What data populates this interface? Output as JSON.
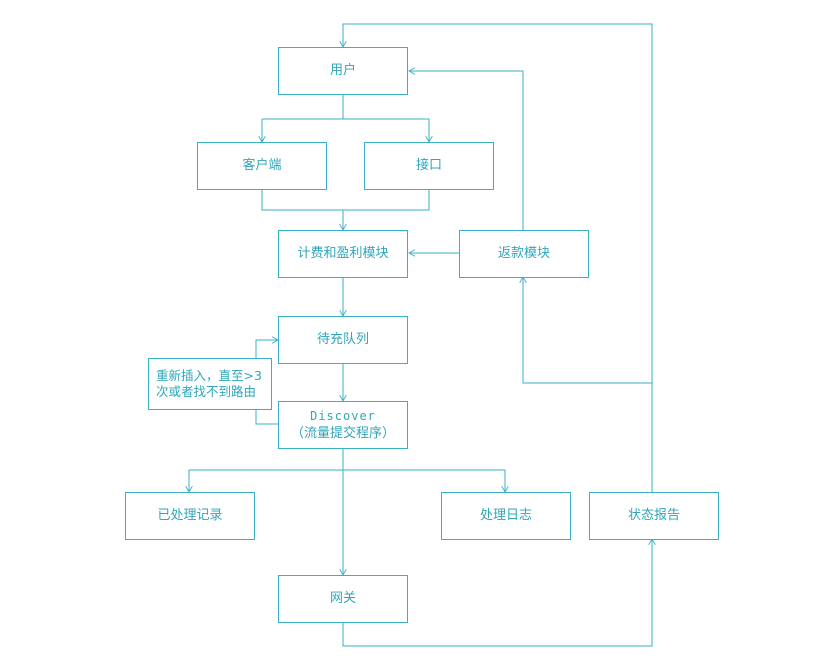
{
  "nodes": {
    "user": "用户",
    "client": "客户端",
    "api": "接口",
    "billing": "计费和盈利模块",
    "rebate": "返款模块",
    "queue": "待充队列",
    "retry_line1": "重新插入，直至>3",
    "retry_line2": "次或者找不到路由",
    "discover_line1": "Discover",
    "discover_line2": "（流量提交程序）",
    "processed": "已处理记录",
    "log": "处理日志",
    "status": "状态报告",
    "gateway": "网关"
  },
  "colors": {
    "line": "#3ab0c4",
    "text": "#2fa6ba"
  }
}
